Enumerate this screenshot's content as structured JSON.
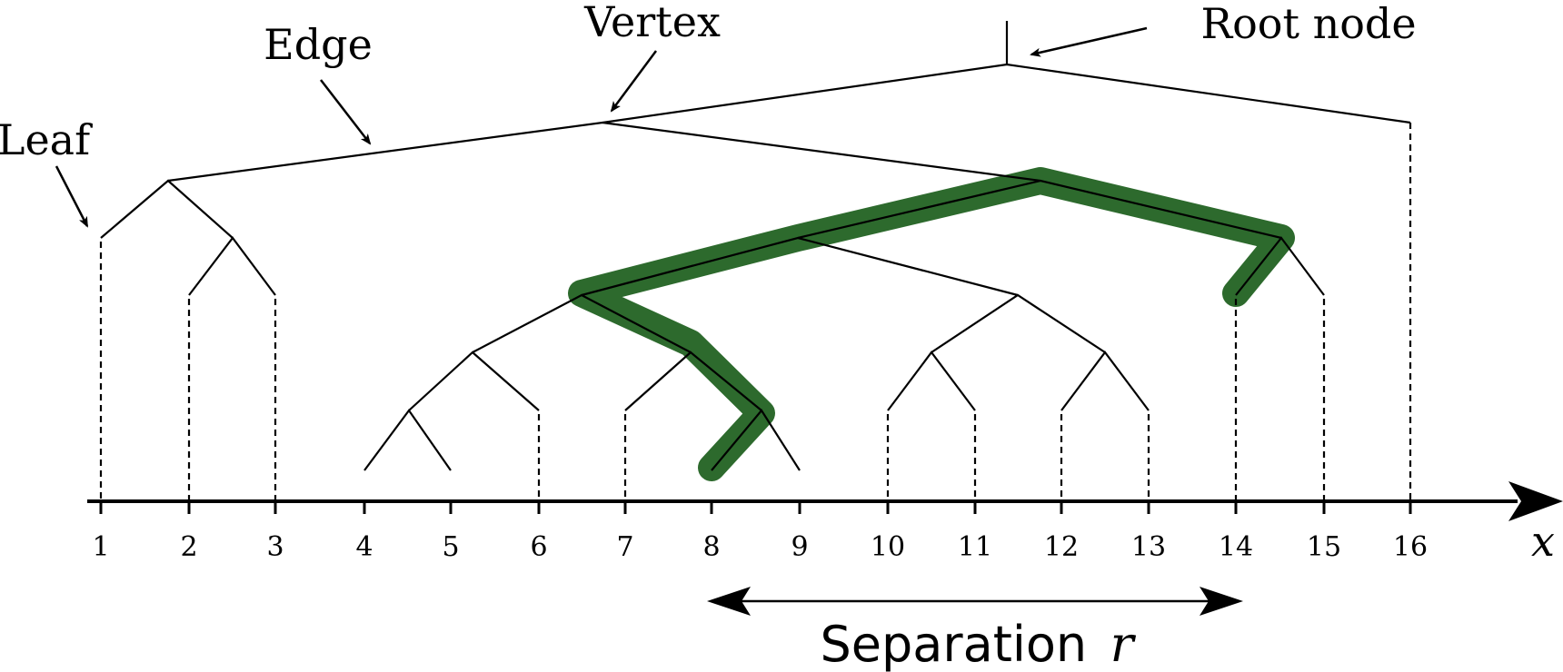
{
  "labels": {
    "leaf": "Leaf",
    "edge": "Edge",
    "vertex": "Vertex",
    "root_node": "Root node",
    "x_axis": "x",
    "separation": "Separation",
    "separation_var": "r"
  },
  "ticks": [
    "1",
    "2",
    "3",
    "4",
    "5",
    "6",
    "7",
    "8",
    "9",
    "10",
    "11",
    "12",
    "13",
    "14",
    "15",
    "16"
  ],
  "colors": {
    "highlight_path": "#2d6a2d",
    "lines": "#000000",
    "background": "#ffffff"
  }
}
